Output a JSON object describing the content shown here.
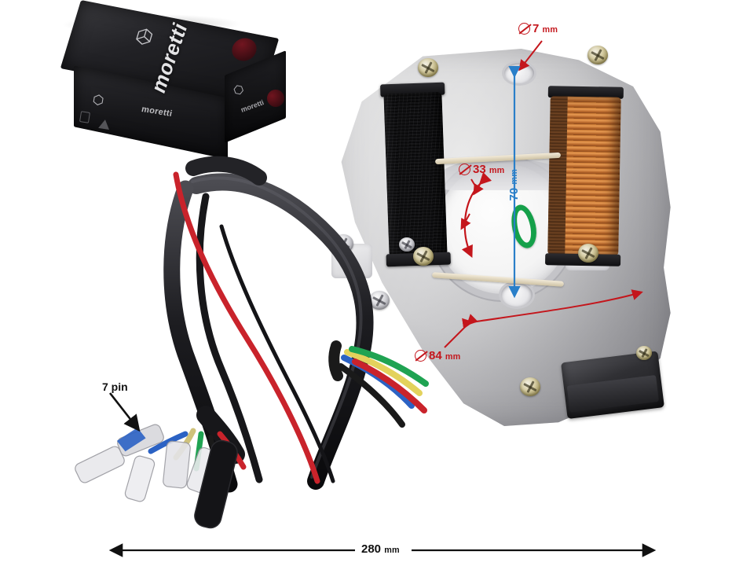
{
  "product": {
    "name": "moretti-stator-assembly",
    "brand": "moretti",
    "brand_box_front": "moretti",
    "brand_box_side": "moretti"
  },
  "annotations": {
    "bore_diameter": {
      "value": "33",
      "unit": "mm",
      "symbol": "diameter",
      "color": "#c4161c"
    },
    "hole_diameter": {
      "value": "7",
      "unit": "mm",
      "symbol": "diameter",
      "color": "#c4161c"
    },
    "plate_diameter": {
      "value": "84",
      "unit": "mm",
      "symbol": "diameter",
      "color": "#c4161c"
    },
    "hole_spacing": {
      "value": "70",
      "unit": "mm",
      "color": "#2a7fc9"
    },
    "connector": {
      "label": "7 pin",
      "color": "#111111"
    },
    "cable_length": {
      "value": "280",
      "unit": "mm",
      "color": "#111111"
    }
  },
  "components": {
    "black_coil": "black-wound-ignition-coil",
    "copper_coil": "copper-wound-charging-coil",
    "pulsar_coil": "pickup-pulsar-coil",
    "green_loop": "green-wire-loop",
    "stator_plate": "aluminium-stator-backplate"
  },
  "wire_colors": [
    "#2b62c4",
    "#e3d25c",
    "#1fa352",
    "#c9232b",
    "#1a1a1a"
  ],
  "colors": {
    "copper": "#c9762f",
    "aluminium": "#cfcfd1",
    "black": "#101012",
    "green": "#15a04a",
    "red_annotation": "#c4161c",
    "blue_annotation": "#2a7fc9",
    "background": "#ffffff"
  }
}
